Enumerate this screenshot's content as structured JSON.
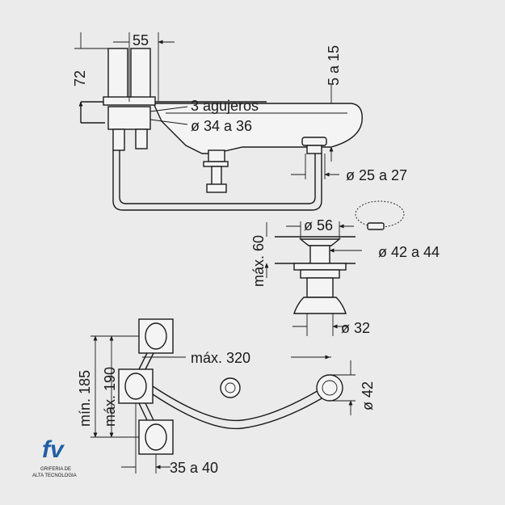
{
  "dimensions": {
    "width_55": "55",
    "height_72": "72",
    "range_5_15": "5 a 15",
    "holes": "3 agujeros",
    "hole_diameter": "ø 34 a 36",
    "diam_25_27": "ø 25 a 27",
    "diam_56": "ø 56",
    "max_60": "máx. 60",
    "diam_42_44": "ø 42  a 44",
    "diam_32": "ø 32",
    "max_320": "máx. 320",
    "diam_42": "ø 42",
    "min_185": "mín. 185",
    "max_190": "máx. 190",
    "range_35_40": "35 a 40"
  },
  "brand": {
    "logo": "fv",
    "line1": "GRIFERIA DE",
    "line2": "ALTA TECNOLOGIA",
    "logo_color": "#1f5fa8"
  }
}
